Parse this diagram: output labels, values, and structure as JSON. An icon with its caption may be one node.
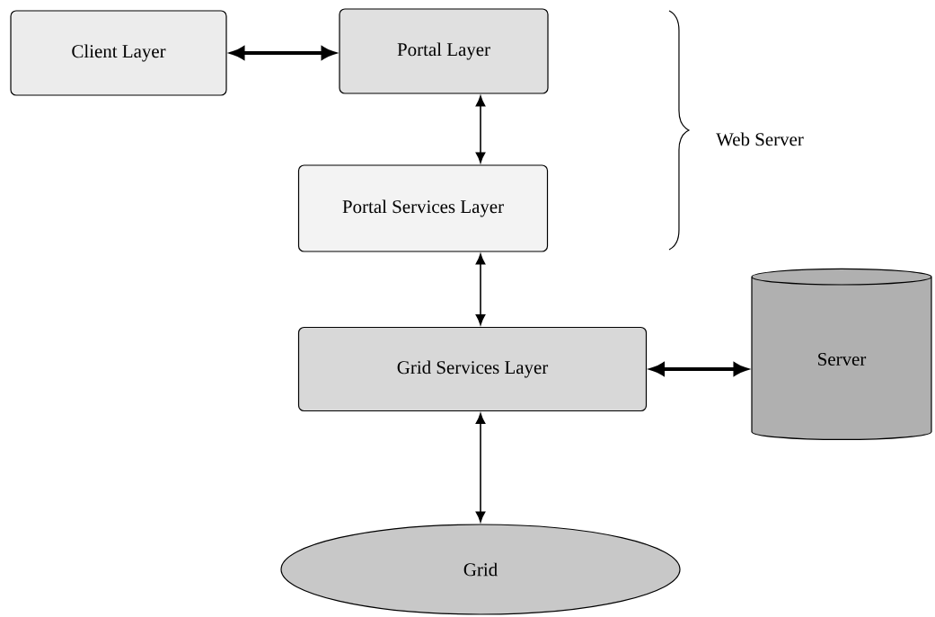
{
  "diagram": {
    "nodes": [
      {
        "text": [
          "Client Layer"
        ]
      },
      {
        "text": [
          "Portal Layer"
        ]
      },
      {
        "text": [
          "Portal Services Layer"
        ]
      },
      {
        "text": [
          "Grid Services Layer"
        ]
      },
      {
        "text": [
          "Server"
        ]
      },
      {
        "text": [
          "Grid"
        ]
      }
    ],
    "edges": [
      {
        "from": 0,
        "to": 1,
        "arrow": "both",
        "style": "thick"
      },
      {
        "from": 1,
        "to": 2,
        "arrow": "both"
      },
      {
        "from": 2,
        "to": 3,
        "arrow": "both"
      },
      {
        "from": 3,
        "to": 4,
        "arrow": "both",
        "style": "thick"
      },
      {
        "from": 3,
        "to": 5,
        "arrow": "both"
      }
    ],
    "labels": [
      "Web Server"
    ]
  }
}
